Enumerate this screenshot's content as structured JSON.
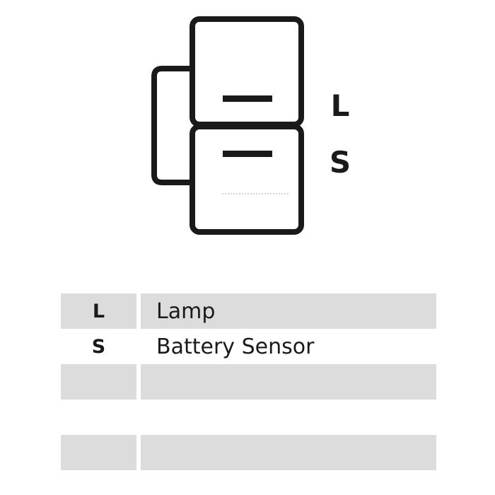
{
  "diagram": {
    "pin_labels": [
      "L",
      "S"
    ]
  },
  "table": {
    "rows": [
      {
        "code": "L",
        "description": "Lamp",
        "shaded": true
      },
      {
        "code": "S",
        "description": "Battery Sensor",
        "shaded": false
      },
      {
        "code": "",
        "description": "",
        "shaded": true
      },
      {
        "code": "",
        "description": "",
        "shaded": false
      },
      {
        "code": "",
        "description": "",
        "shaded": true
      }
    ]
  }
}
